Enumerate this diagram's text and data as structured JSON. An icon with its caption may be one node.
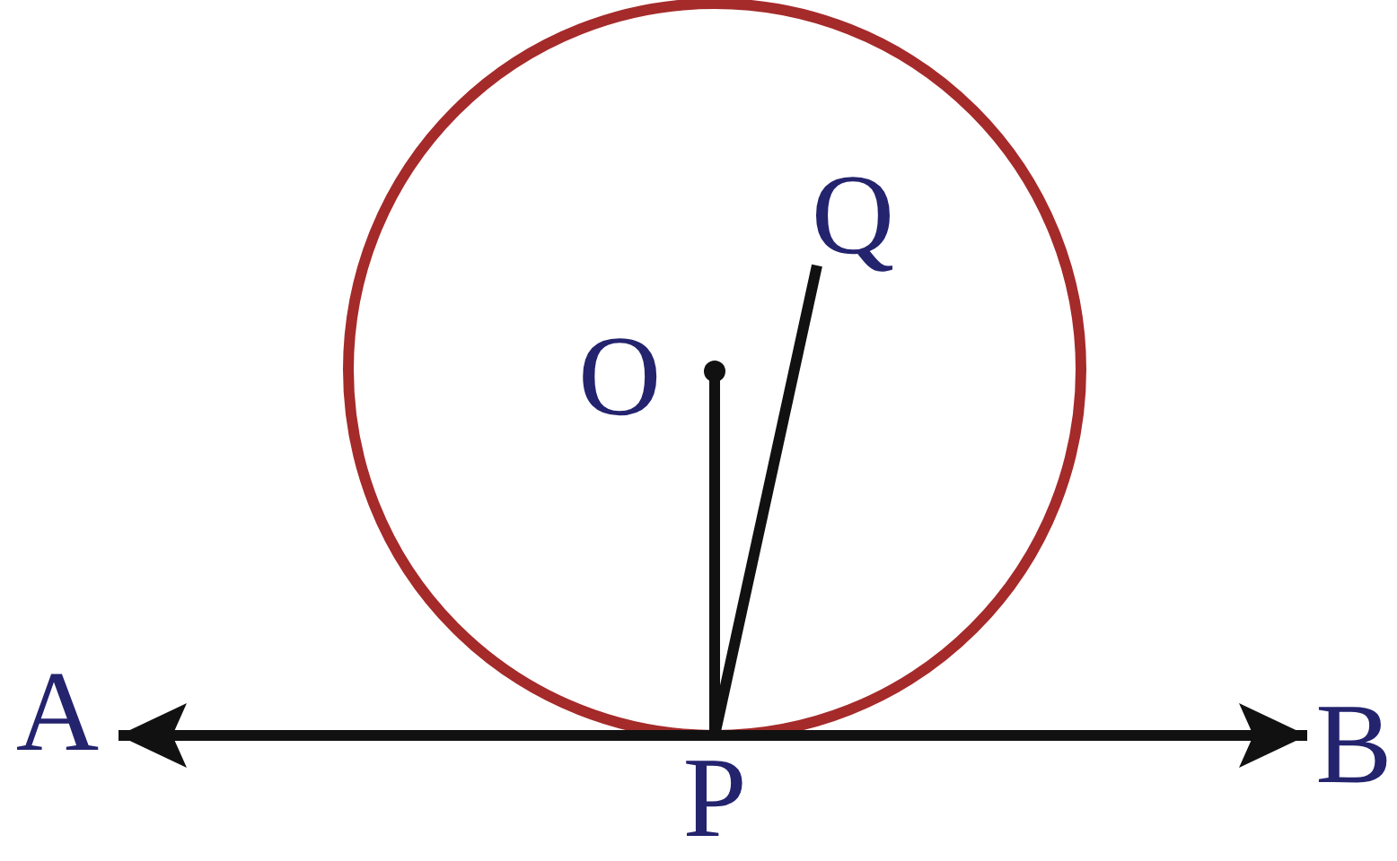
{
  "diagram": {
    "nodes": [
      {
        "text": [
          "A"
        ]
      },
      {
        "text": [],
        "shape": "circle",
        "beside": [
          "O"
        ]
      },
      {
        "text": [
          "Q"
        ]
      },
      {
        "text": [
          "P"
        ]
      },
      {
        "text": [
          "B"
        ]
      }
    ],
    "edges": [
      {
        "from": 3,
        "to": 0,
        "arrow": "to"
      },
      {
        "from": 3,
        "to": 4,
        "arrow": "to"
      },
      {
        "from": 1,
        "to": 3,
        "arrow": "none"
      },
      {
        "from": 3,
        "to": 2,
        "arrow": "none"
      }
    ]
  }
}
